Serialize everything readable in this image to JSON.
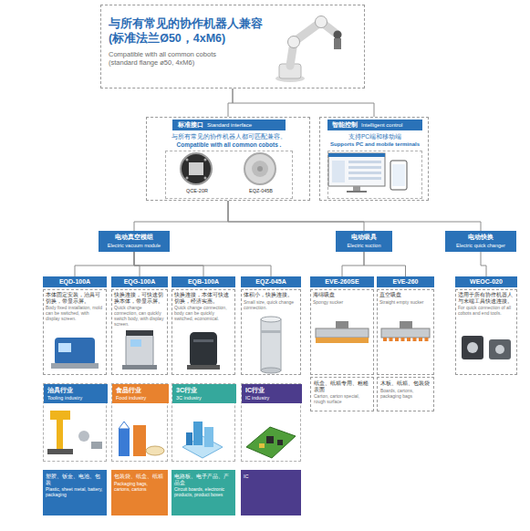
{
  "diagram": {
    "nodes": [
      {
        "text": [
          "与所有常见的协作机器人兼容 (标准法兰Ø50，4xM6)",
          "Compatible with all common cobots (standard flange ø50, 4xM6)"
        ]
      },
      {
        "text": [
          "标准接口",
          "Standard interface",
          "与所有常见的协作机器人都可匹配兼容。",
          "Compatible with all common cobots .",
          "QCE-20R",
          "EQZ-045B"
        ]
      },
      {
        "text": [
          "智能控制",
          "Intelligent control",
          "支持PC端和移动端",
          "Supports PC and mobile terminals"
        ]
      },
      {
        "text": [
          "电动真空模组",
          "Electric vacuum module"
        ]
      },
      {
        "text": [
          "电动吸具",
          "Electric suction"
        ]
      },
      {
        "text": [
          "电动快换",
          "Electric quick changer"
        ]
      },
      {
        "text": [
          "EQD-100A",
          "本体固定安装，治具可切换，带显示屏。",
          "Body fixed installation, mold can be switched, with display screen."
        ]
      },
      {
        "text": [
          "EQG-100A",
          "快换连接，可快速切换本体，带显示屏。",
          "Quick change connection, can quickly switch body, with display screen."
        ]
      },
      {
        "text": [
          "EQB-100A",
          "快换连接，本体可快速切换，经济实惠。",
          "Quick change connection, body can be quickly switched, economical."
        ]
      },
      {
        "text": [
          "EQZ-045A",
          "体积小，快换连接。",
          "Small size, quick change connection."
        ]
      },
      {
        "text": [
          "EVE-260SE",
          "海绵吸盘",
          "Spongy sucker"
        ]
      },
      {
        "text": [
          "EVE-260",
          "直空吸盘",
          "Straight empty sucker"
        ]
      },
      {
        "text": [
          "WEOC-020",
          "适用于所有协作机器人与末端工具快速连接。",
          "For quick connection of all cobots and end tools."
        ]
      },
      {
        "text": [
          "纸盒、纸箱专用、粗糙表面",
          "Carton, carton special, rough surface"
        ]
      },
      {
        "text": [
          "木板、纸箱、包装袋",
          "Boards, cartons, packaging bags"
        ]
      },
      {
        "text": [
          "治具行业",
          "Tooling industry"
        ]
      },
      {
        "text": [
          "食品行业",
          "Food industry"
        ]
      },
      {
        "text": [
          "3C行业",
          "3C industry"
        ]
      },
      {
        "text": [
          "IC行业",
          "IC industry"
        ]
      },
      {
        "text": [
          "塑胶、钣金、电池、包装",
          "Plastic, sheet metal, battery, packaging"
        ]
      },
      {
        "text": [
          "包装袋、纸盒、纸箱",
          "Packaging bags, cartons, cartons"
        ]
      },
      {
        "text": [
          "电路板、电子产品、产品盒",
          "Circuit boards, electronic products, product boxes"
        ]
      },
      {
        "text": [
          "IC"
        ]
      }
    ],
    "edges": [
      {
        "from": 0,
        "to": 1,
        "arrow": "none"
      },
      {
        "from": 0,
        "to": 2,
        "arrow": "none"
      },
      {
        "from": 1,
        "to": 3,
        "arrow": "none"
      },
      {
        "from": 1,
        "to": 4,
        "arrow": "none"
      },
      {
        "from": 1,
        "to": 5,
        "arrow": "none"
      },
      {
        "from": 3,
        "to": 6,
        "arrow": "none"
      },
      {
        "from": 3,
        "to": 7,
        "arrow": "none"
      },
      {
        "from": 3,
        "to": 8,
        "arrow": "none"
      },
      {
        "from": 3,
        "to": 9,
        "arrow": "none"
      },
      {
        "from": 4,
        "to": 10,
        "arrow": "none"
      },
      {
        "from": 4,
        "to": 11,
        "arrow": "none"
      },
      {
        "from": 5,
        "to": 12,
        "arrow": "none"
      }
    ]
  }
}
